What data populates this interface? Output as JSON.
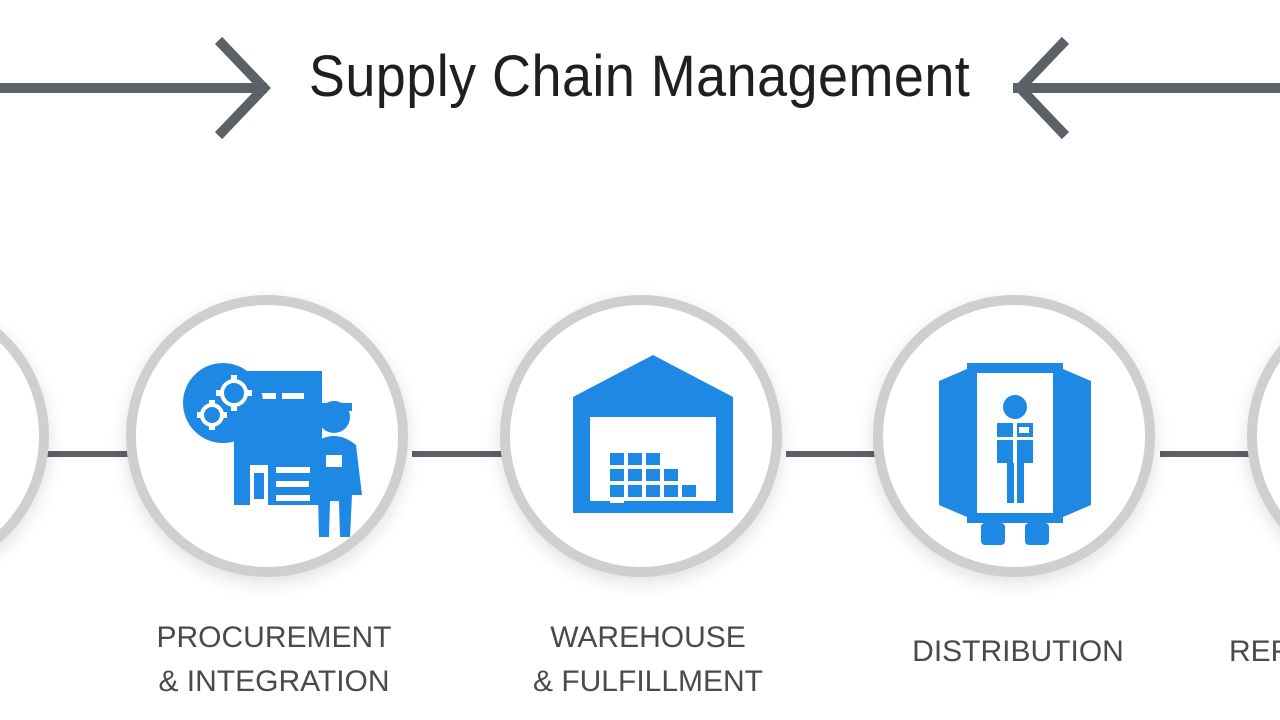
{
  "title": "Supply Chain Management",
  "accent_color": "#1e88e5",
  "line_color": "#5b6167",
  "ring_color": "#cfcfcf",
  "steps": [
    {
      "icon": "partial-step-icon",
      "label_lines": [
        "",
        ""
      ]
    },
    {
      "icon": "procurement-icon",
      "label_lines": [
        "PROCUREMENT",
        "& INTEGRATION"
      ]
    },
    {
      "icon": "warehouse-icon",
      "label_lines": [
        "WAREHOUSE",
        "& FULFILLMENT"
      ]
    },
    {
      "icon": "distribution-truck-icon",
      "label_lines": [
        "DISTRIBUTION",
        ""
      ]
    },
    {
      "icon": "partial-step-icon",
      "label_lines": [
        "REF",
        ""
      ]
    }
  ]
}
